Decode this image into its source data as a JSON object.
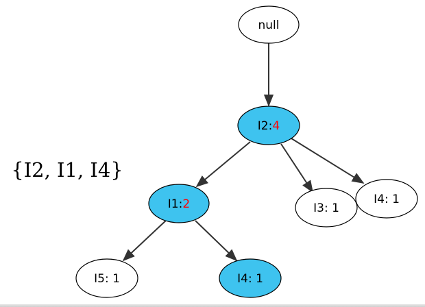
{
  "itemset": {
    "text": "{I2, I1, I4}"
  },
  "colors": {
    "highlight_fill": "#3ec3ef",
    "plain_fill": "#ffffff",
    "count_highlight": "#ff0000",
    "edge": "#333333",
    "outline": "#000000"
  },
  "nodes": {
    "root": {
      "label": "null"
    },
    "i2": {
      "item": "I2:",
      "count": "4"
    },
    "i1": {
      "item": "I1:",
      "count": "2"
    },
    "i3": {
      "label": "I3: 1"
    },
    "i4a": {
      "label": "I4: 1"
    },
    "i5": {
      "label": "I5: 1"
    },
    "i4b": {
      "label": "I4: 1"
    }
  }
}
